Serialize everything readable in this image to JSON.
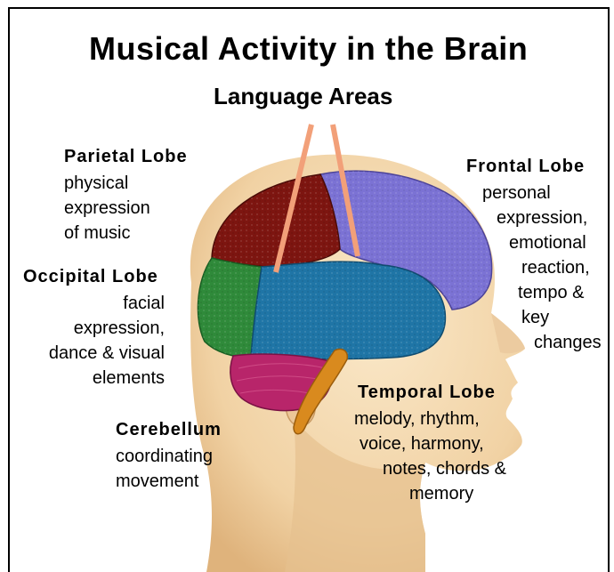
{
  "title": "Musical Activity in the Brain",
  "subtitle": "Language Areas",
  "regions": {
    "parietal": {
      "name": "Parietal Lobe",
      "lines": [
        "physical",
        "expression",
        "of music"
      ],
      "color": "#7d1510"
    },
    "frontal": {
      "name": "Frontal Lobe",
      "lines": [
        "personal",
        "expression,",
        "emotional",
        "reaction,",
        "tempo &",
        "key",
        "changes"
      ],
      "color": "#7b72d4"
    },
    "occipital": {
      "name": "Occipital Lobe",
      "lines": [
        "facial",
        "expression,",
        "dance & visual",
        "elements"
      ],
      "color": "#2f8a3a"
    },
    "temporal": {
      "name": "Temporal Lobe",
      "lines": [
        "melody, rhythm,",
        "voice, harmony,",
        "notes, chords &",
        "memory"
      ],
      "color": "#1f75a6"
    },
    "cerebellum": {
      "name": "Cerebellum",
      "lines": [
        "coordinating",
        "movement"
      ],
      "color": "#b8256a"
    }
  },
  "colors": {
    "skin": "#f4d9b1",
    "skin_shadow": "#e3bd8a",
    "brainstem": "#d98a1e",
    "pointer": "#f2a079",
    "frame": "#000000"
  }
}
